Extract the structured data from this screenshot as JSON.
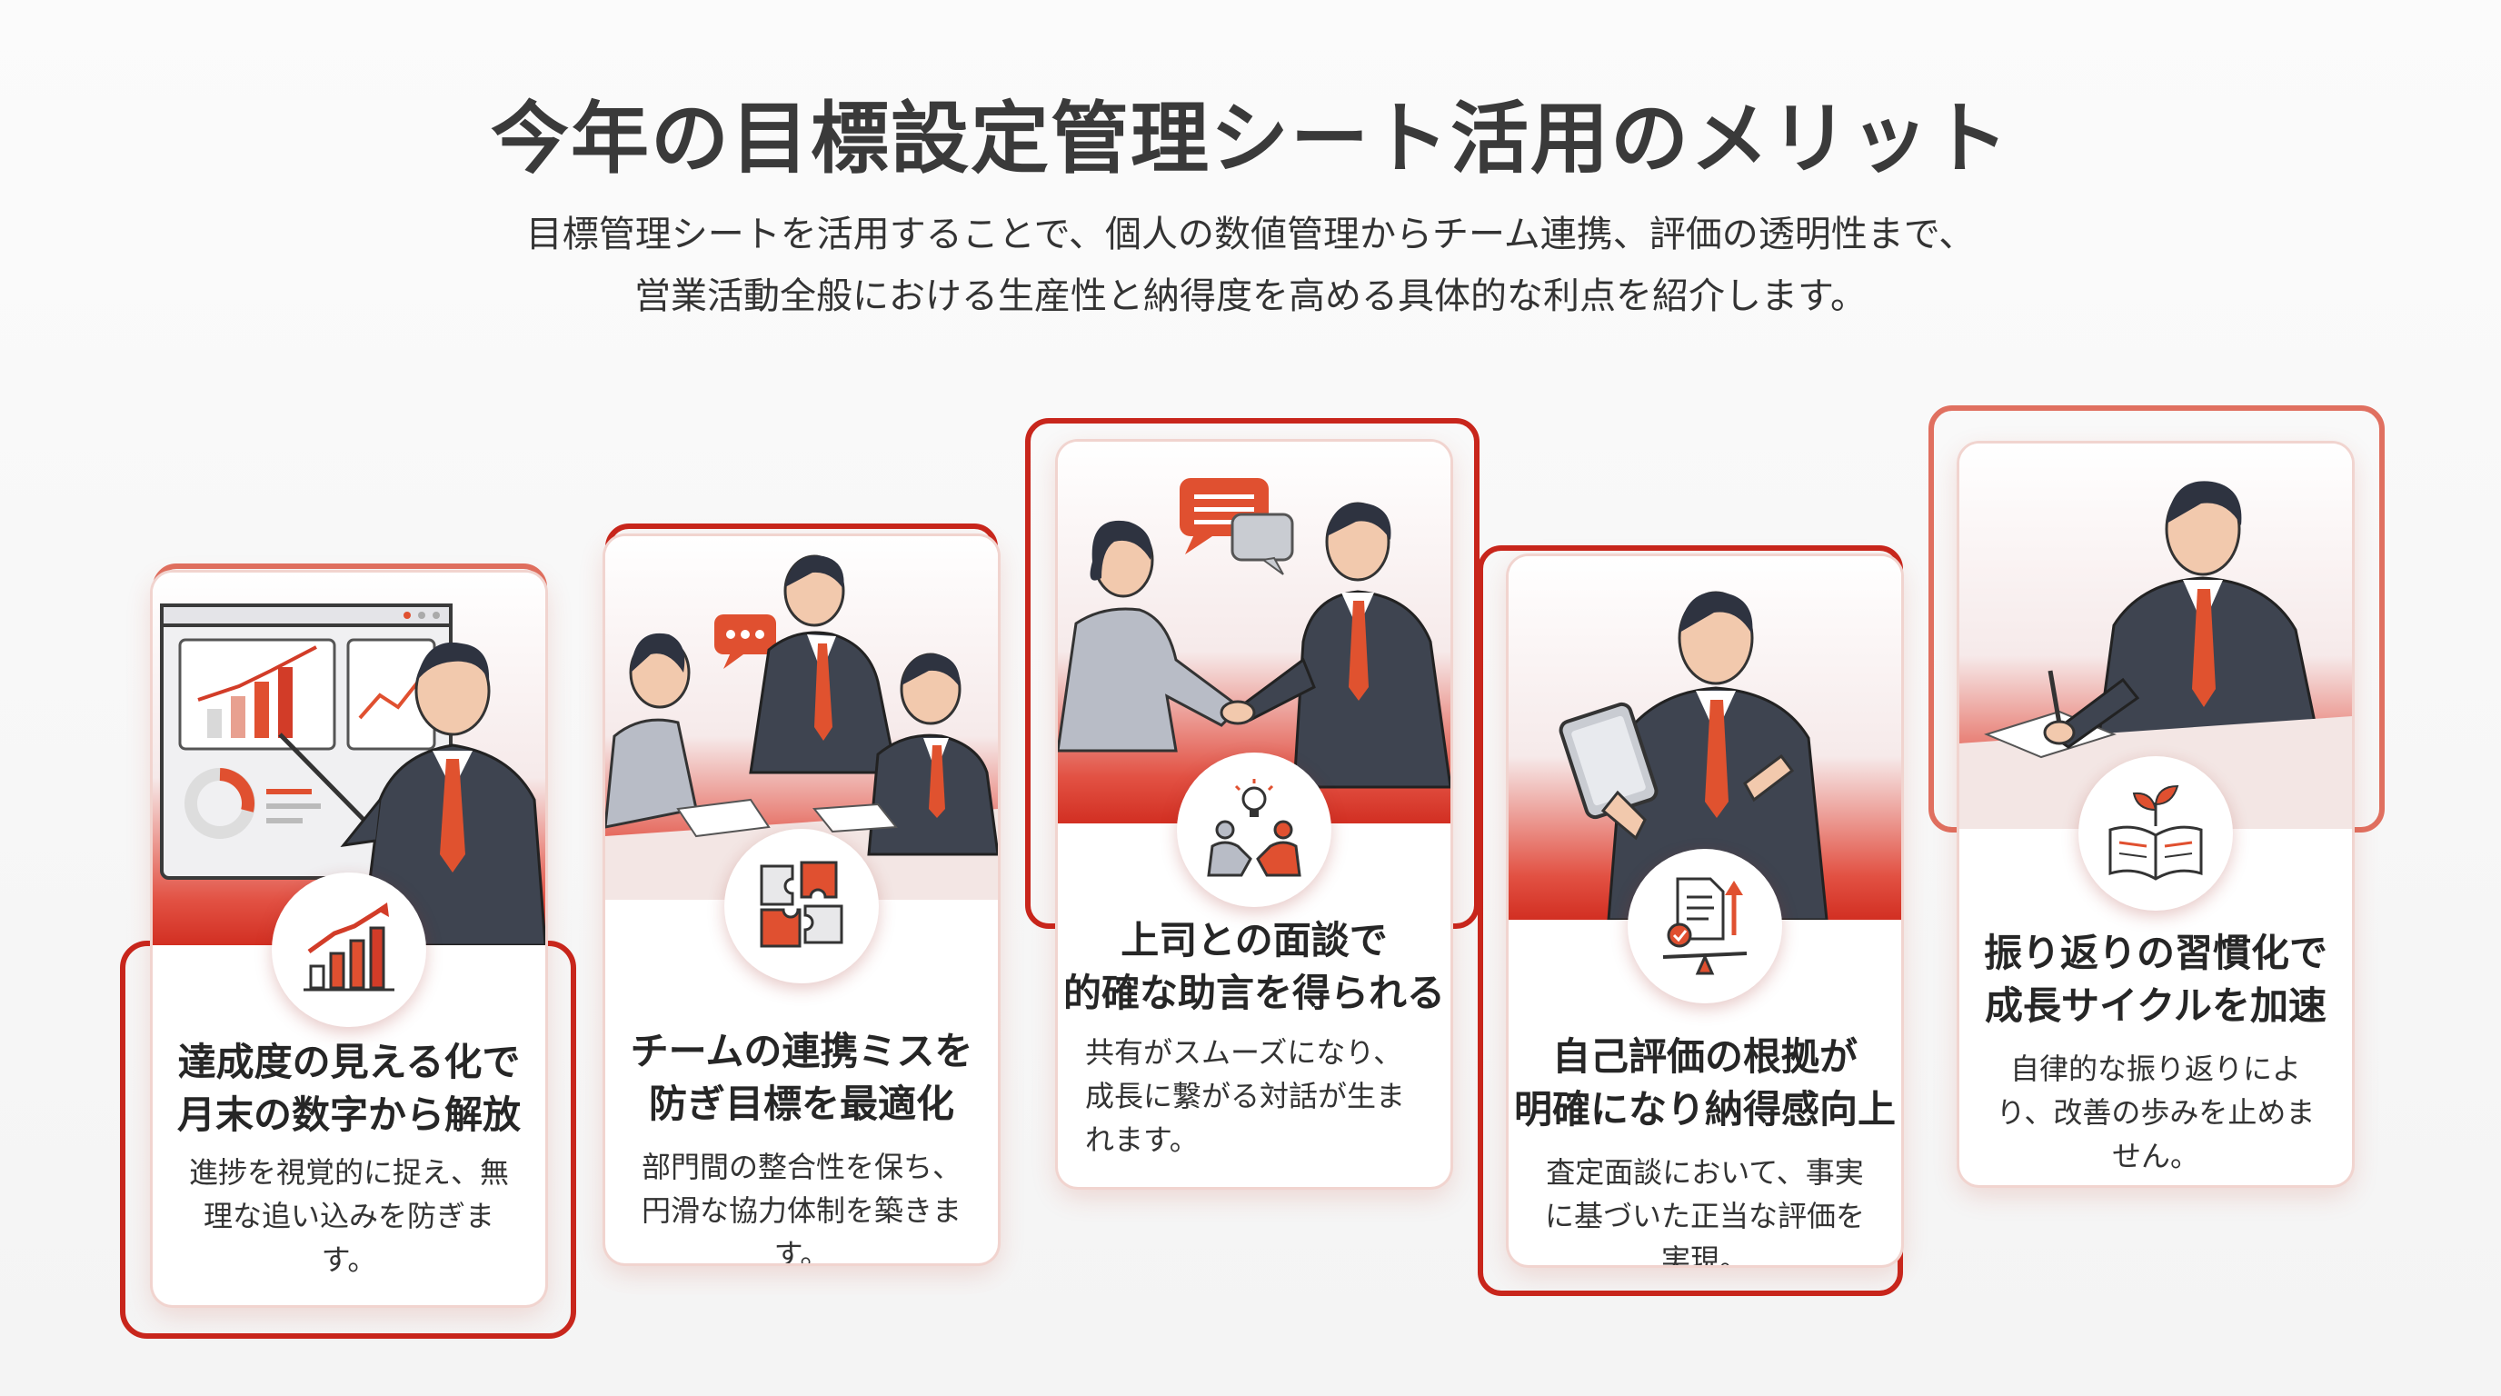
{
  "header": {
    "title": "今年の目標設定管理シート活用のメリット",
    "subtitle_line1": "目標管理シートを活用することで、個人の数値管理からチーム連携、評価の透明性まで、",
    "subtitle_line2": "営業活動全般における生産性と納得度を高める具体的な利点を紹介します。"
  },
  "cards": [
    {
      "title_line1": "達成度の見える化で",
      "title_line2": "月末の数字から解放",
      "desc": "進捗を視覚的に捉え、無理な追い込みを防ぎます。",
      "icon": "bar-chart-growth-icon"
    },
    {
      "title_line1": "チームの連携ミスを",
      "title_line2": "防ぎ目標を最適化",
      "desc": "部門間の整合性を保ち、円滑な協力体制を築きます。",
      "icon": "puzzle-icon"
    },
    {
      "title_line1": "上司との面談で",
      "title_line2": "的確な助言を得られる",
      "desc": "共有がスムーズになり、成長に繋がる対話が生まれます。",
      "icon": "handshake-idea-icon"
    },
    {
      "title_line1": "自己評価の根拠が",
      "title_line2": "明確になり納得感向上",
      "desc": "査定面談において、事実に基づいた正当な評価を実現。",
      "icon": "document-scale-icon"
    },
    {
      "title_line1": "振り返りの習慣化で",
      "title_line2": "成長サイクルを加速",
      "desc": "自律的な振り返りにより、改善の歩みを止めません。",
      "icon": "book-sprout-icon"
    }
  ],
  "colors": {
    "accent": "#c8261c",
    "accent_light": "#e07060",
    "suit": "#3e4450",
    "tie": "#e0522f",
    "skin": "#f2c9ad"
  }
}
